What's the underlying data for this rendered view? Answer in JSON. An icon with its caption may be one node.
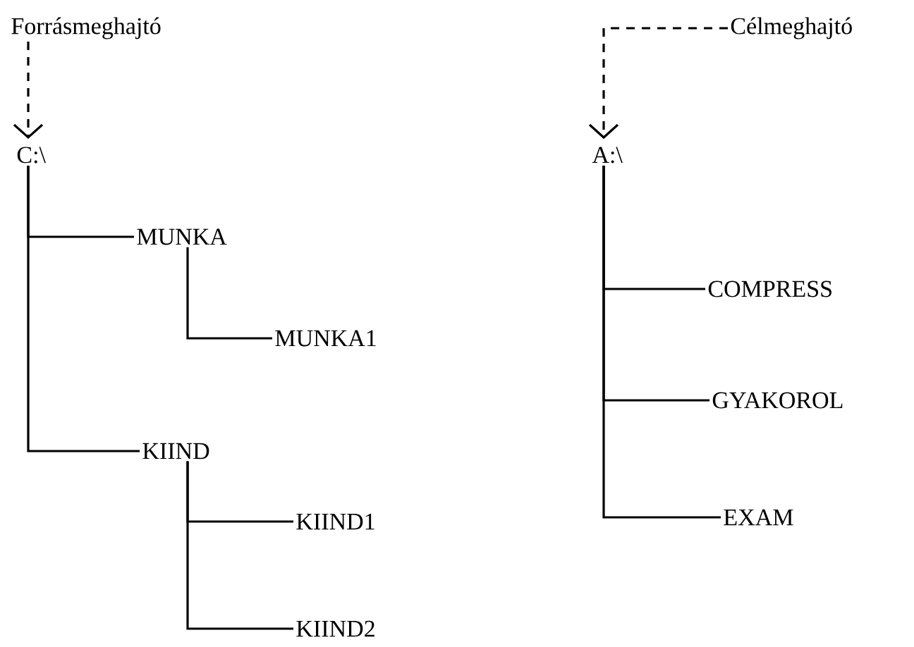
{
  "diagram": {
    "nodes": [
      {
        "text": [
          "Forrásmeghajtó"
        ]
      },
      {
        "text": [
          "C:\\"
        ]
      },
      {
        "text": [
          "MUNKA"
        ]
      },
      {
        "text": [
          "MUNKA1"
        ]
      },
      {
        "text": [
          "KIIND"
        ]
      },
      {
        "text": [
          "KIIND1"
        ]
      },
      {
        "text": [
          "KIIND2"
        ]
      },
      {
        "text": [
          "Célmeghajtó"
        ]
      },
      {
        "text": [
          "A:\\"
        ]
      },
      {
        "text": [
          "COMPRESS"
        ]
      },
      {
        "text": [
          "GYAKOROL"
        ]
      },
      {
        "text": [
          "EXAM"
        ]
      }
    ],
    "edges": [
      {
        "from": 0,
        "to": 1,
        "arrow": "to",
        "style": "dashed"
      },
      {
        "from": 1,
        "to": 2,
        "arrow": "none"
      },
      {
        "from": 1,
        "to": 4,
        "arrow": "none"
      },
      {
        "from": 2,
        "to": 3,
        "arrow": "none"
      },
      {
        "from": 4,
        "to": 5,
        "arrow": "none"
      },
      {
        "from": 4,
        "to": 6,
        "arrow": "none"
      },
      {
        "from": 7,
        "to": 8,
        "arrow": "to",
        "style": "dashed"
      },
      {
        "from": 8,
        "to": 9,
        "arrow": "none"
      },
      {
        "from": 8,
        "to": 10,
        "arrow": "none"
      },
      {
        "from": 8,
        "to": 11,
        "arrow": "none"
      }
    ]
  }
}
